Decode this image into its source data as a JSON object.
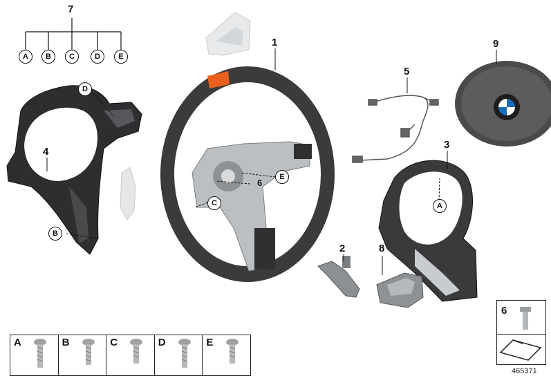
{
  "callouts": {
    "n1": "1",
    "n2": "2",
    "n3": "3",
    "n4": "4",
    "n5": "5",
    "n6": "6",
    "n7": "7",
    "n8": "8",
    "n9": "9"
  },
  "variant_labels": [
    "A",
    "B",
    "C",
    "D",
    "E"
  ],
  "inline_labels": {
    "d_on_4": "D",
    "b_on_4": "B",
    "c_on_1": "C",
    "e_on_1": "E",
    "a_on_3": "A"
  },
  "screw_table": {
    "cells": [
      {
        "letter": "A"
      },
      {
        "letter": "B"
      },
      {
        "letter": "C"
      },
      {
        "letter": "D"
      },
      {
        "letter": "E"
      }
    ]
  },
  "part6_box": {
    "number": "6"
  },
  "document_number": "465371",
  "colors": {
    "accent_orange": "#e8601c",
    "rim": "#3a3a3a",
    "spoke": "#b9bcbf",
    "bmw_blue": "#1a6bb8"
  }
}
